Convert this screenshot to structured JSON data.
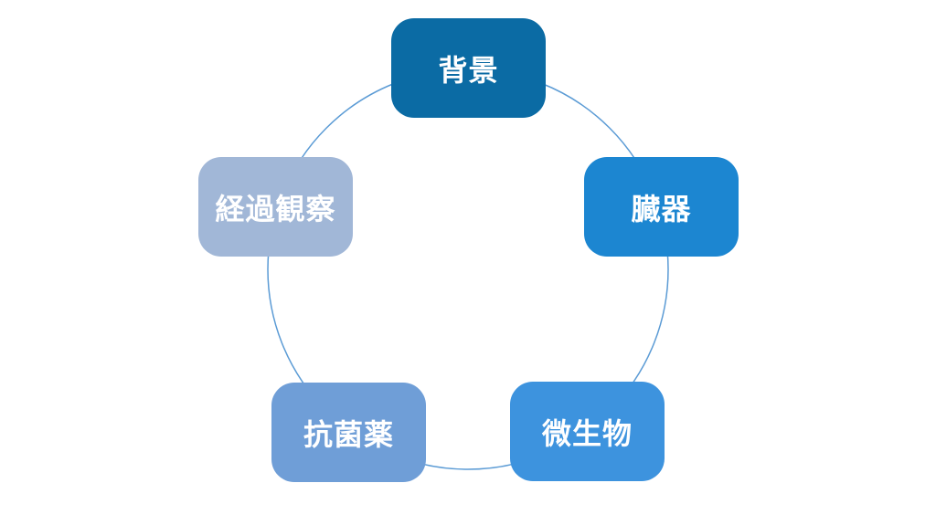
{
  "diagram": {
    "type": "cycle",
    "background_color": "#ffffff",
    "circle_color": "#5B9BD5",
    "text_color": "#ffffff",
    "nodes": [
      {
        "id": "background",
        "label": "背景",
        "color": "#0b6ba4"
      },
      {
        "id": "organs",
        "label": "臓器",
        "color": "#1c86d1"
      },
      {
        "id": "microorganism",
        "label": "微生物",
        "color": "#3d93de"
      },
      {
        "id": "antibiotics",
        "label": "抗菌薬",
        "color": "#6f9ed7"
      },
      {
        "id": "follow-up",
        "label": "経過観察",
        "color": "#a1b7d7"
      }
    ]
  }
}
